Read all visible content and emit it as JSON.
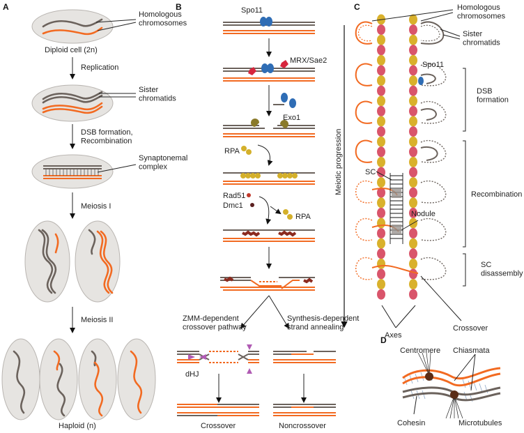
{
  "colors": {
    "homolog_grey": "#6b625c",
    "homolog_orange": "#f26a21",
    "cell_fill": "#e6e4e1",
    "spo11_blue": "#2f6db5",
    "mrx_red": "#d7263d",
    "rpa_yellow": "#d4b02b",
    "rad51_red": "#c0392b",
    "axis_pink": "#d9556b",
    "axis_gold": "#d9b12c",
    "hj_purple": "#b05bb3"
  },
  "panel_a": {
    "letter": "A",
    "homologous_chromosomes": "Homologous\nchromosomes",
    "diploid": "Diploid cell (2n)",
    "replication": "Replication",
    "sister_chromatids": "Sister\nchromatids",
    "dsb_recomb": "DSB formation,\nRecombination",
    "synaptonemal": "Synaptonemal\ncomplex",
    "meiosis1": "Meiosis I",
    "meiosis2": "Meiosis II",
    "haploid": "Haploid (n)"
  },
  "panel_b": {
    "letter": "B",
    "spo11": "Spo11",
    "mrx": "MRX/Sae2",
    "exo1": "Exo1",
    "rpa1": "RPA",
    "rad51": "Rad51",
    "dmc1": "Dmc1",
    "rpa2": "RPA",
    "zmm": "ZMM-dependent\ncrossover pathway",
    "sdsa": "Synthesis-dependent\nstrand annealing",
    "dhj": "dHJ",
    "crossover": "Crossover",
    "noncrossover": "Noncrossover"
  },
  "panel_c": {
    "letter": "C",
    "homologous_chromosomes": "Homologous\nchromosomes",
    "sister_chromatids": "Sister\nchromatids",
    "spo11": "Spo11",
    "meiotic_progression": "Meiotic progression",
    "dsb_formation": "DSB\nformation",
    "sc": "SC",
    "recombination": "Recombination",
    "nodule": "Nodule",
    "sc_disassembly": "SC\ndisassembly",
    "axes": "Axes",
    "crossover": "Crossover"
  },
  "panel_d": {
    "letter": "D",
    "centromere": "Centromere",
    "chiasmata": "Chiasmata",
    "cohesin": "Cohesin",
    "microtubules": "Microtubules"
  }
}
